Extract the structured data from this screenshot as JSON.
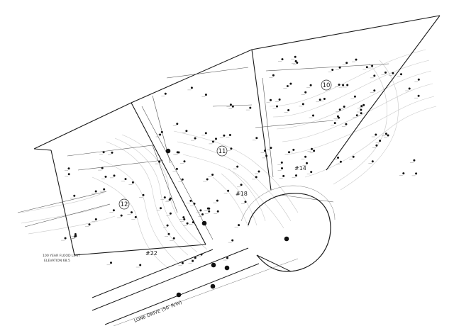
{
  "lots": [
    {
      "number": "10",
      "tag": ""
    },
    {
      "number": "11",
      "tag": "#18"
    },
    {
      "number": "12",
      "tag": "#22"
    },
    {
      "number": "",
      "tag": "#14"
    }
  ],
  "road_label": "LONE DRIVE (50' R/W)",
  "flood_note_1": "100 YEAR FLOOD LIMIT",
  "flood_note_2": "ELEVATION 68.5"
}
